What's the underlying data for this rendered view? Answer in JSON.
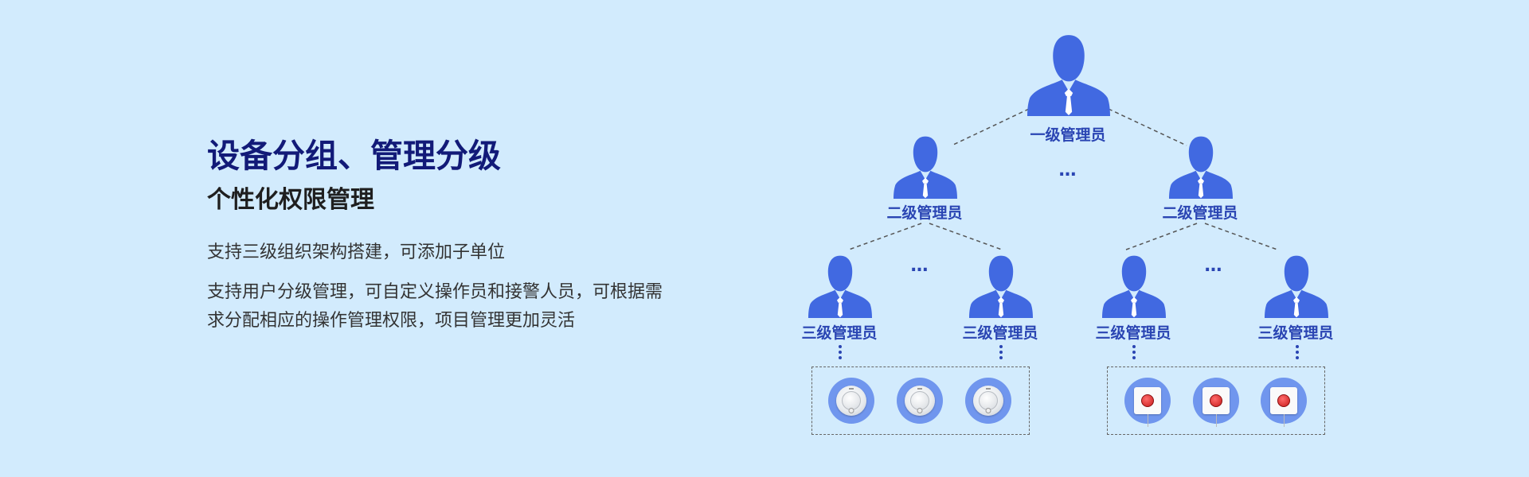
{
  "left": {
    "title": "设备分组、管理分级",
    "subtitle": "个性化权限管理",
    "desc1": "支持三级组织架构搭建，可添加子单位",
    "desc2_line1": "支持用户分级管理，可自定义操作员和接警人员，可根据需",
    "desc2_line2": "求分配相应的操作管理权限，项目管理更加灵活"
  },
  "diagram": {
    "level1": "一级管理员",
    "level2": [
      "二级管理员",
      "二级管理员"
    ],
    "level3": [
      "三级管理员",
      "三级管理员",
      "三级管理员",
      "三级管理员"
    ],
    "ellipsis": "…",
    "colors": {
      "person": "#4169e1",
      "label": "#2a45b3",
      "device_bg": "#7096ee"
    },
    "groups": [
      {
        "device": "smoke-detector",
        "count": 3
      },
      {
        "device": "emergency-button",
        "count": 3
      }
    ]
  }
}
